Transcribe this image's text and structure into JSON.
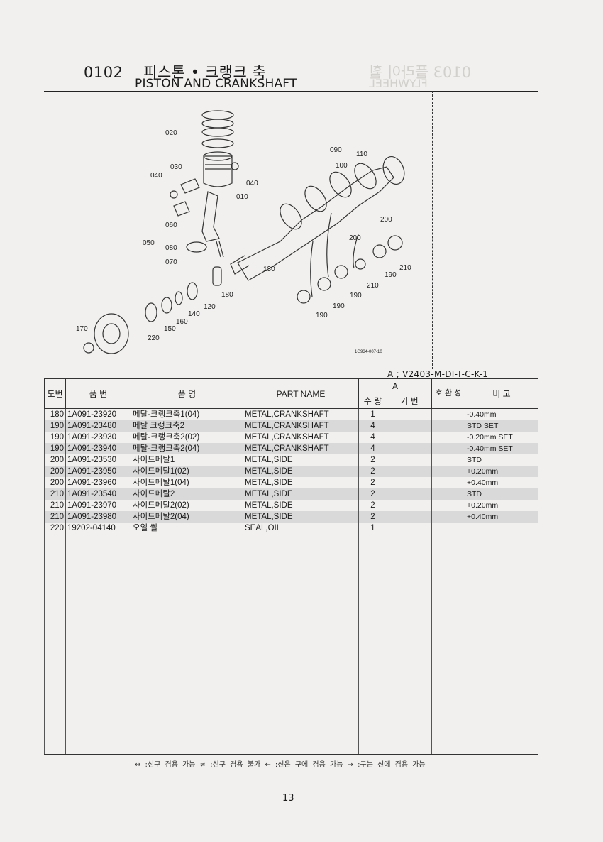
{
  "header": {
    "code": "0102",
    "title_ko": "피스톤 • 크랭크 축",
    "title_en": "PISTON AND CRANKSHAFT",
    "ghost_code": "0103 플라이 휠",
    "ghost_title": "FLYWHEEL"
  },
  "diagram": {
    "labels": [
      "020",
      "030",
      "040",
      "040",
      "010",
      "060",
      "050",
      "080",
      "070",
      "090",
      "100",
      "110",
      "130",
      "200",
      "200",
      "210",
      "190",
      "210",
      "190",
      "190",
      "190",
      "180",
      "120",
      "140",
      "160",
      "150",
      "170",
      "220"
    ],
    "figure_id": "1G934-007-10"
  },
  "model": "A ; V2403-M-DI-T-C-K-1",
  "table": {
    "headers": {
      "ref": "도번",
      "part_no": "품 번",
      "name_ko": "품 명",
      "name_en": "PART NAME",
      "group_a": "A",
      "qty": "수 량",
      "base": "기 번",
      "interchange": "호 환 성",
      "remarks": "비 고"
    },
    "rows": [
      {
        "ref": "180",
        "part_no": "1A091-23920",
        "name_ko": "메탈-크랭크축1(04)",
        "name_en": "METAL,CRANKSHAFT",
        "qty": "1",
        "remarks": "-0.40mm",
        "shade": false
      },
      {
        "ref": "190",
        "part_no": "1A091-23480",
        "name_ko": "메탈 크랭크축2",
        "name_en": "METAL,CRANKSHAFT",
        "qty": "4",
        "remarks": "STD SET",
        "shade": true
      },
      {
        "ref": "190",
        "part_no": "1A091-23930",
        "name_ko": "메탈-크랭크축2(02)",
        "name_en": "METAL,CRANKSHAFT",
        "qty": "4",
        "remarks": "-0.20mm SET",
        "shade": false
      },
      {
        "ref": "190",
        "part_no": "1A091-23940",
        "name_ko": "메탈-크랭크축2(04)",
        "name_en": "METAL,CRANKSHAFT",
        "qty": "4",
        "remarks": "-0.40mm SET",
        "shade": true
      },
      {
        "ref": "200",
        "part_no": "1A091-23530",
        "name_ko": "사이드메탈1",
        "name_en": "METAL,SIDE",
        "qty": "2",
        "remarks": "STD",
        "shade": false
      },
      {
        "ref": "200",
        "part_no": "1A091-23950",
        "name_ko": "사이드메탈1(02)",
        "name_en": "METAL,SIDE",
        "qty": "2",
        "remarks": "+0.20mm",
        "shade": true
      },
      {
        "ref": "200",
        "part_no": "1A091-23960",
        "name_ko": "사이드메탈1(04)",
        "name_en": "METAL,SIDE",
        "qty": "2",
        "remarks": "+0.40mm",
        "shade": false
      },
      {
        "ref": "210",
        "part_no": "1A091-23540",
        "name_ko": "사이드메탈2",
        "name_en": "METAL,SIDE",
        "qty": "2",
        "remarks": "STD",
        "shade": true
      },
      {
        "ref": "210",
        "part_no": "1A091-23970",
        "name_ko": "사이드메탈2(02)",
        "name_en": "METAL,SIDE",
        "qty": "2",
        "remarks": "+0.20mm",
        "shade": false
      },
      {
        "ref": "210",
        "part_no": "1A091-23980",
        "name_ko": "사이드메탈2(04)",
        "name_en": "METAL,SIDE",
        "qty": "2",
        "remarks": "+0.40mm",
        "shade": true
      },
      {
        "ref": "220",
        "part_no": "19202-04140",
        "name_ko": "오일 씰",
        "name_en": "SEAL,OIL",
        "qty": "1",
        "remarks": "",
        "shade": false
      }
    ]
  },
  "legend": "↔ :신구 겸용 가능    ≠ :신구 겸용 불가    ← :신은 구에 겸용 가능    → :구는 신에 겸용 가능",
  "page_number": "13"
}
